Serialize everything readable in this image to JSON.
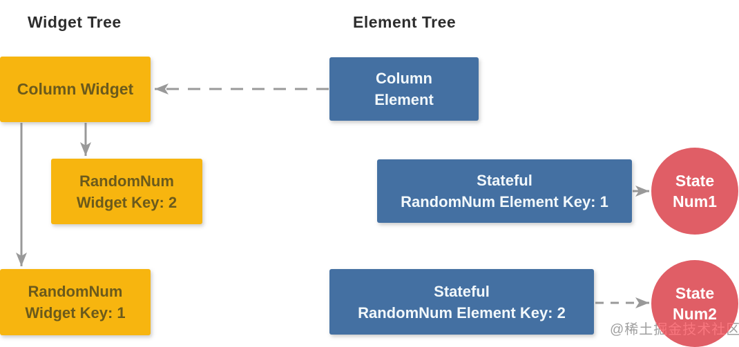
{
  "titles": {
    "widget_tree": "Widget Tree",
    "element_tree": "Element Tree"
  },
  "widget_tree": {
    "column": {
      "label": "Column Widget"
    },
    "randomnum2": {
      "line1": "RandomNum",
      "line2": "Widget Key: 2"
    },
    "randomnum1": {
      "line1": "RandomNum",
      "line2": "Widget Key: 1"
    }
  },
  "element_tree": {
    "column": {
      "line1": "Column",
      "line2": "Element"
    },
    "stateful1": {
      "line1": "Stateful",
      "line2": "RandomNum Element Key: 1"
    },
    "stateful2": {
      "line1": "Stateful",
      "line2": "RandomNum Element Key: 2"
    }
  },
  "states": {
    "num1": {
      "line1": "State",
      "line2": "Num1"
    },
    "num2": {
      "line1": "State",
      "line2": "Num2"
    }
  },
  "watermark": "@稀土掘金技术社区",
  "colors": {
    "widget": "#f7b50f",
    "widget_text": "#6b5a1c",
    "element": "#4470a2",
    "element_text": "#f2f8fb",
    "state": "#e05e66",
    "state_text": "#ffffff",
    "arrow": "#999999",
    "title_text": "#2d2d2d",
    "watermark_text": "#9f9f9f"
  }
}
